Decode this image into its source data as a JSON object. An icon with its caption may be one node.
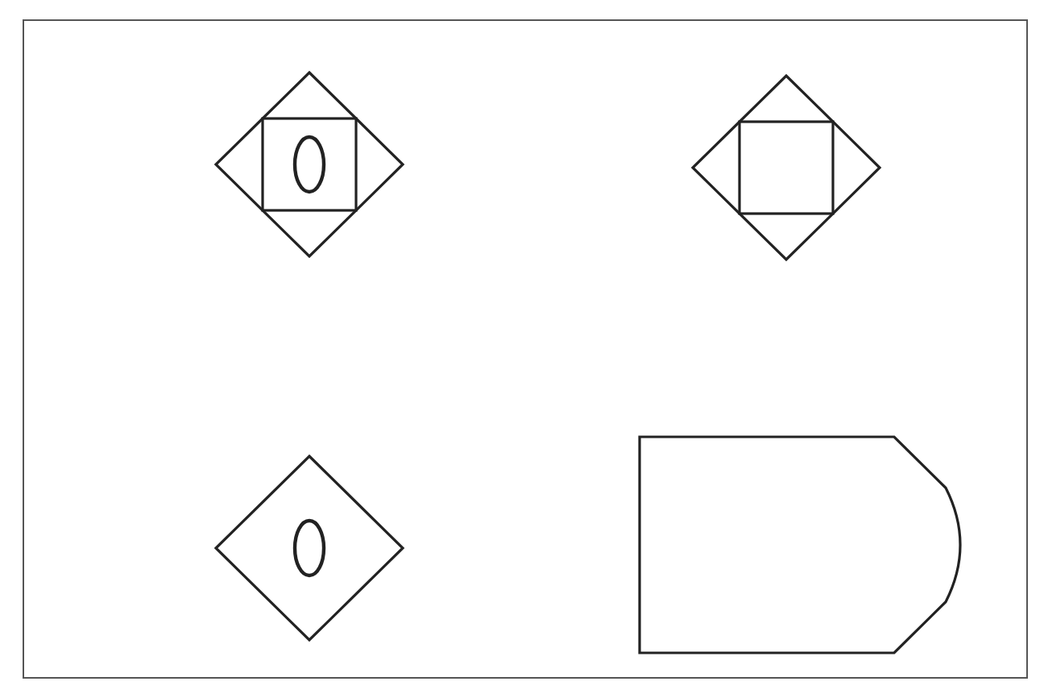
{
  "diagram": {
    "nodes": [
      {
        "text": [],
        "shape": "diamond"
      },
      {
        "text": [],
        "shape": "diamond"
      },
      {
        "text": [],
        "shape": "diamond"
      },
      {
        "text": [],
        "shape": "box"
      }
    ]
  }
}
